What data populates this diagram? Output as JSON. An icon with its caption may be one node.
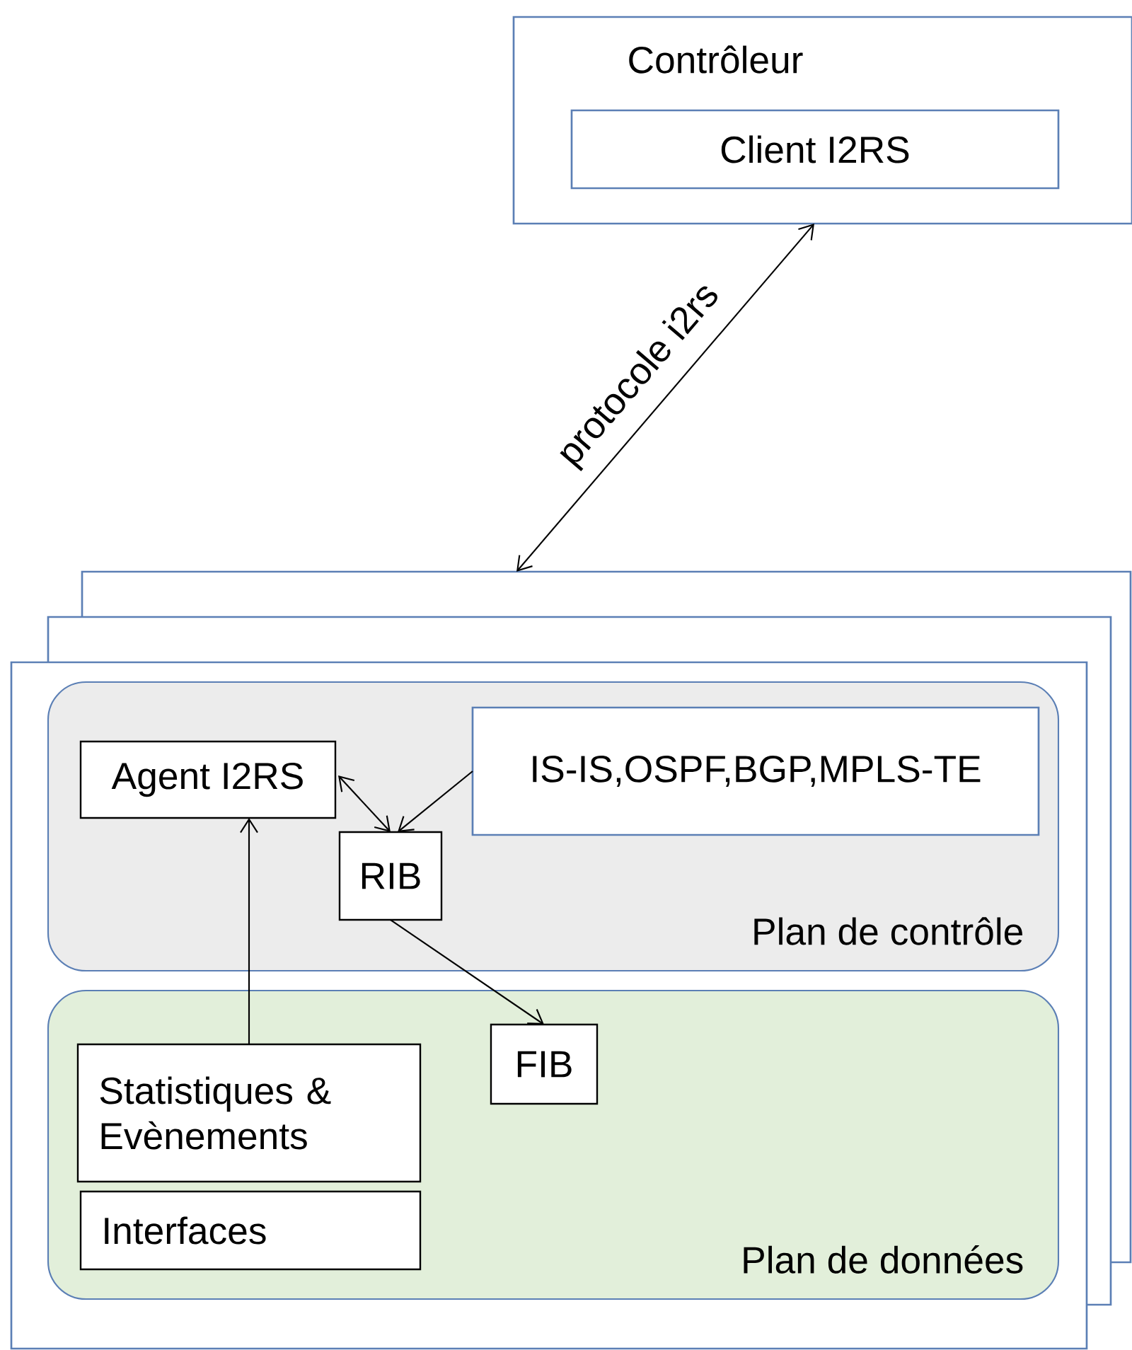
{
  "diagram": {
    "nodes": [
      {
        "text": [
          "Contrôleur"
        ]
      },
      {
        "text": [
          "Client I2RS"
        ],
        "in": 0
      },
      {
        "text": [],
        "shape": "box"
      },
      {
        "text": [
          "Plan de contrôle"
        ],
        "in": 2
      },
      {
        "text": [
          "Agent I2RS"
        ],
        "in": 3
      },
      {
        "text": [
          "IS-IS,OSPF,BGP,MPLS-TE"
        ],
        "in": 3
      },
      {
        "text": [
          "RIB"
        ],
        "in": 3
      },
      {
        "text": [
          "Plan de données"
        ],
        "in": 2
      },
      {
        "text": [
          "FIB"
        ],
        "in": 7
      },
      {
        "text": [
          "Statistiques & Evènements"
        ],
        "in": 7
      },
      {
        "text": [
          "Interfaces"
        ],
        "in": 7
      }
    ],
    "edges": [
      {
        "from": 0,
        "to": 2,
        "arrow": "both",
        "label": "protocole i2rs"
      },
      {
        "from": 4,
        "to": 6,
        "arrow": "both"
      },
      {
        "from": 5,
        "to": 6,
        "arrow": "to"
      },
      {
        "from": 6,
        "to": 8,
        "arrow": "to"
      },
      {
        "from": 9,
        "to": 4,
        "arrow": "to"
      }
    ]
  }
}
